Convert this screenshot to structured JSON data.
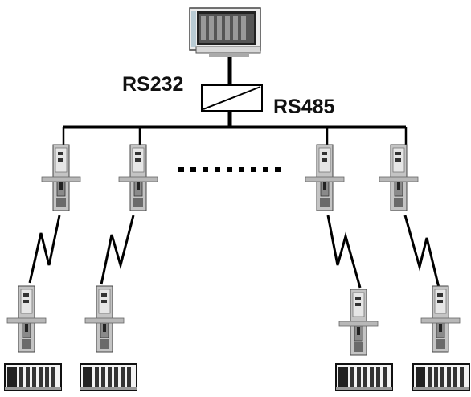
{
  "diagram": {
    "labels": {
      "left_interface": "RS232",
      "right_interface": "RS485"
    },
    "nodes": {
      "computer": "computer-icon",
      "converter": "converter-box",
      "bus_modules": 4,
      "remote_modules": 4,
      "plc_racks": 4
    },
    "colors": {
      "line": "#000000",
      "device_light": "#d0d0d0",
      "device_dark": "#505050",
      "screen": "#222222",
      "monitor_tint": "#b9cbd4"
    }
  }
}
